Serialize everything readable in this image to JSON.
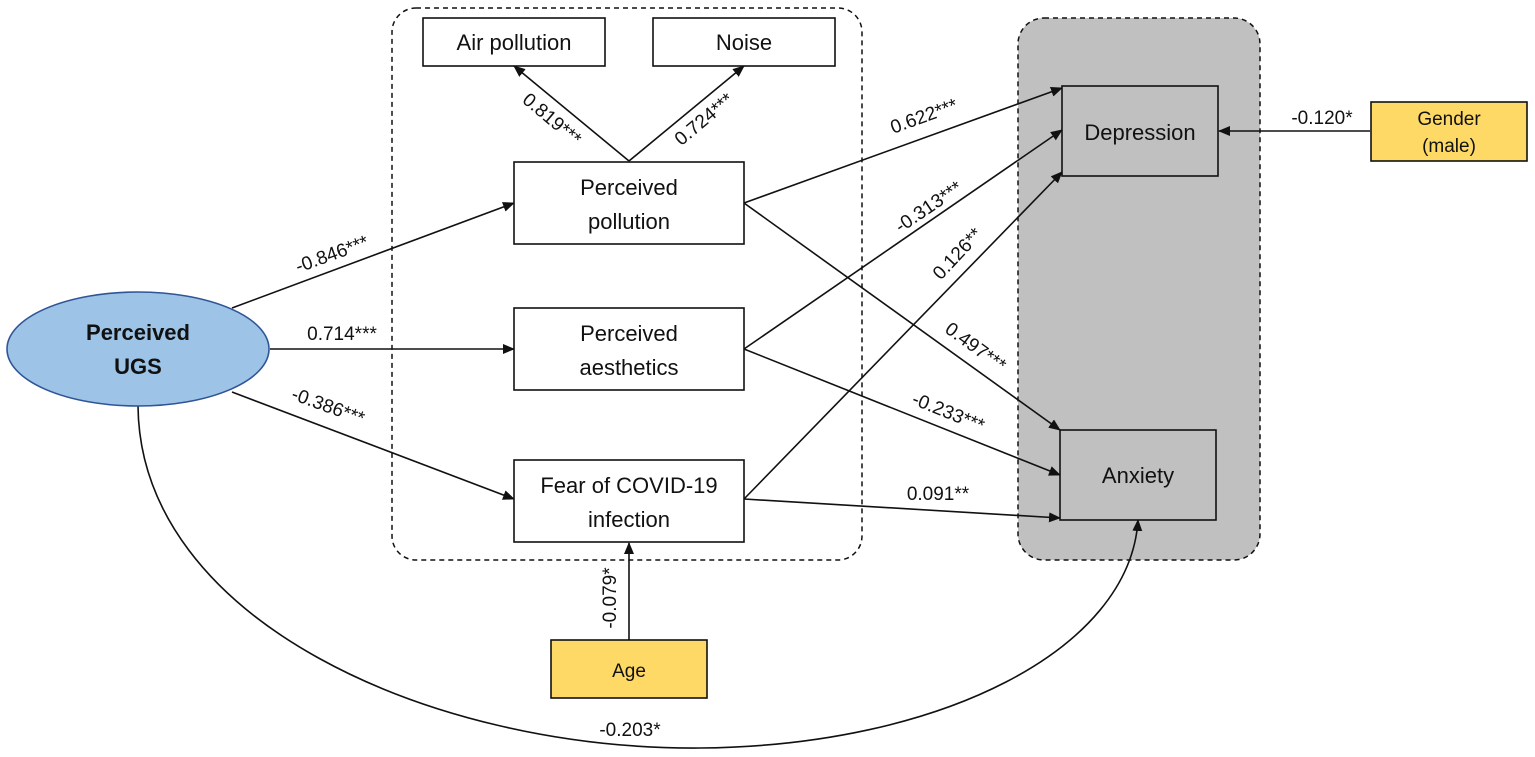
{
  "nodes": {
    "perceived_ugs": [
      "Perceived",
      "UGS"
    ],
    "air_pollution": "Air pollution",
    "noise": "Noise",
    "perceived_pollution": [
      "Perceived",
      "pollution"
    ],
    "perceived_aesthetics": [
      "Perceived",
      "aesthetics"
    ],
    "fear_covid": [
      "Fear of COVID-19",
      "infection"
    ],
    "depression": "Depression",
    "anxiety": "Anxiety",
    "gender": [
      "Gender",
      "(male)"
    ],
    "age": "Age"
  },
  "paths": {
    "ugs_to_pollution": "-0.846***",
    "ugs_to_aesthetics": "0.714***",
    "ugs_to_fear": "-0.386***",
    "pollution_to_air": "0.819***",
    "pollution_to_noise": "0.724***",
    "pollution_to_depression": "0.622***",
    "aesthetics_to_depression": "-0.313***",
    "fear_to_depression": "0.126**",
    "pollution_to_anxiety": "0.497***",
    "aesthetics_to_anxiety": "-0.233***",
    "fear_to_anxiety": "0.091**",
    "gender_to_depression": "-0.120*",
    "age_to_fear": "-0.079*",
    "ugs_to_anxiety": "-0.203*"
  },
  "colors": {
    "ugs_fill": "#9dc3e6",
    "ugs_stroke": "#2f5597",
    "outcome_fill": "#c0c0c0",
    "control_fill": "#ffd966"
  }
}
